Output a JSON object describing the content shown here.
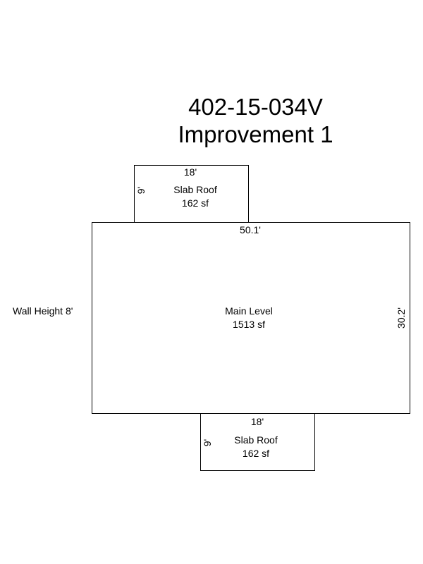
{
  "header": {
    "parcel_id": "402-15-034V",
    "improvement": "Improvement 1"
  },
  "wall_height": "Wall Height 8'",
  "areas": {
    "top_slab": {
      "width_label": "18'",
      "depth_label": "9'",
      "name": "Slab Roof",
      "area": "162 sf"
    },
    "main_level": {
      "width_label": "50.1'",
      "depth_label": "30.2'",
      "name": "Main Level",
      "area": "1513 sf"
    },
    "bottom_slab": {
      "width_label": "18'",
      "depth_label": "9'",
      "name": "Slab Roof",
      "area": "162 sf"
    }
  }
}
